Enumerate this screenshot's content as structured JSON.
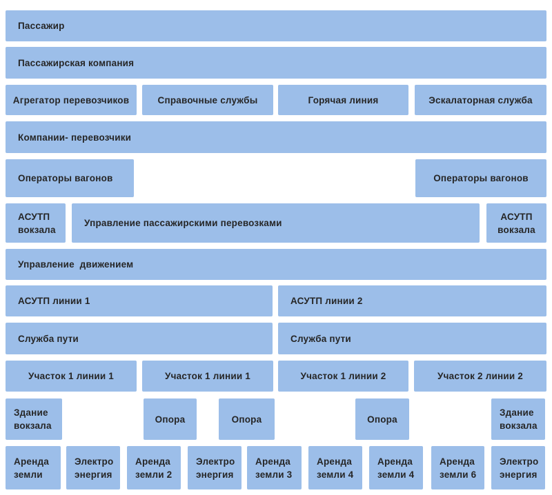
{
  "colors": {
    "background": "#ffffff",
    "block_fill": "#9cbee9",
    "text": "#262626"
  },
  "blocks": [
    {
      "label": "Пассажир"
    },
    {
      "label": "Пассажирская компания"
    },
    {
      "label": "Агрегатор перевозчиков"
    },
    {
      "label": "Справочные службы"
    },
    {
      "label": "Горячая линия"
    },
    {
      "label": "Эскалаторная служба"
    },
    {
      "label": "Компании- перевозчики"
    },
    {
      "label": "Операторы вагонов"
    },
    {
      "label": "Операторы вагонов"
    },
    {
      "label": "АСУТП вокзала"
    },
    {
      "label": "Управление пассажирскими перевозками"
    },
    {
      "label": "АСУТП вокзала"
    },
    {
      "label": "Управление  движением"
    },
    {
      "label": "АСУТП линии 1"
    },
    {
      "label": "АСУТП линии 2"
    },
    {
      "label": "Служба пути"
    },
    {
      "label": "Служба пути"
    },
    {
      "label": "Участок 1 линии 1"
    },
    {
      "label": "Участок 1 линии 1"
    },
    {
      "label": "Участок 1 линии 2"
    },
    {
      "label": "Участок 2 линии 2"
    },
    {
      "label": "Здание вокзала"
    },
    {
      "label": "Опора"
    },
    {
      "label": "Опора"
    },
    {
      "label": "Опора"
    },
    {
      "label": "Здание вокзала"
    },
    {
      "label": "Аренда земли"
    },
    {
      "label": "Электро энергия"
    },
    {
      "label": "Аренда земли 2"
    },
    {
      "label": "Электро энергия"
    },
    {
      "label": "Аренда земли 3"
    },
    {
      "label": "Аренда земли 4"
    },
    {
      "label": "Аренда земли 4"
    },
    {
      "label": "Аренда земли 6"
    },
    {
      "label": "Электро энергия"
    }
  ]
}
